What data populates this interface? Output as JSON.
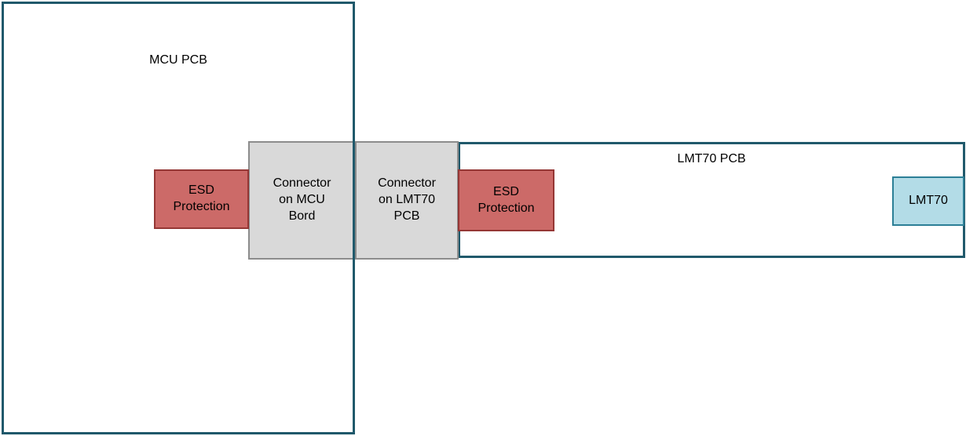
{
  "colors": {
    "pcb_border": "#20596B",
    "connector_fill": "#D9D9D9",
    "connector_border": "#8C8C8C",
    "esd_fill": "#CC6A68",
    "esd_border": "#953735",
    "chip_fill": "#B3DCE7",
    "chip_border": "#2C7F96"
  },
  "diagram": {
    "mcu_pcb": {
      "label": "MCU PCB"
    },
    "lmt70_pcb": {
      "label": "LMT70 PCB"
    },
    "connector_mcu": {
      "label": "Connector\non MCU\nBord"
    },
    "connector_lmt70": {
      "label": "Connector\non LMT70\nPCB"
    },
    "esd_left": {
      "label": "ESD\nProtection"
    },
    "esd_right": {
      "label": "ESD\nProtection"
    },
    "lmt70_chip": {
      "label": "LMT70"
    }
  }
}
